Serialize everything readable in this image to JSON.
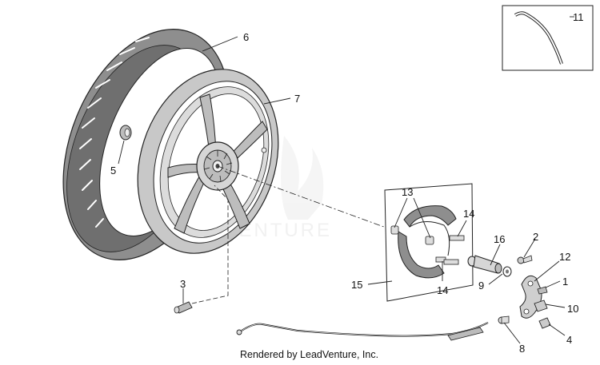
{
  "diagram": {
    "callouts": [
      {
        "id": "1",
        "label": "1"
      },
      {
        "id": "2",
        "label": "2"
      },
      {
        "id": "3",
        "label": "3"
      },
      {
        "id": "4",
        "label": "4"
      },
      {
        "id": "5",
        "label": "5"
      },
      {
        "id": "6",
        "label": "6"
      },
      {
        "id": "7",
        "label": "7"
      },
      {
        "id": "8",
        "label": "8"
      },
      {
        "id": "9",
        "label": "9"
      },
      {
        "id": "10",
        "label": "10"
      },
      {
        "id": "11",
        "label": "11"
      },
      {
        "id": "12",
        "label": "12"
      },
      {
        "id": "13",
        "label": "13"
      },
      {
        "id": "14a",
        "label": "14"
      },
      {
        "id": "14b",
        "label": "14"
      },
      {
        "id": "15",
        "label": "15"
      },
      {
        "id": "16",
        "label": "16"
      }
    ],
    "credit": "Rendered by LeadVenture, Inc.",
    "watermark": "ADVENTURE",
    "colors": {
      "tire": "#8e8e8e",
      "tire_dark": "#6f6f6f",
      "rim": "#c8c8c8",
      "rim_dark": "#9c9c9c",
      "line": "#222222",
      "background": "#ffffff"
    }
  }
}
